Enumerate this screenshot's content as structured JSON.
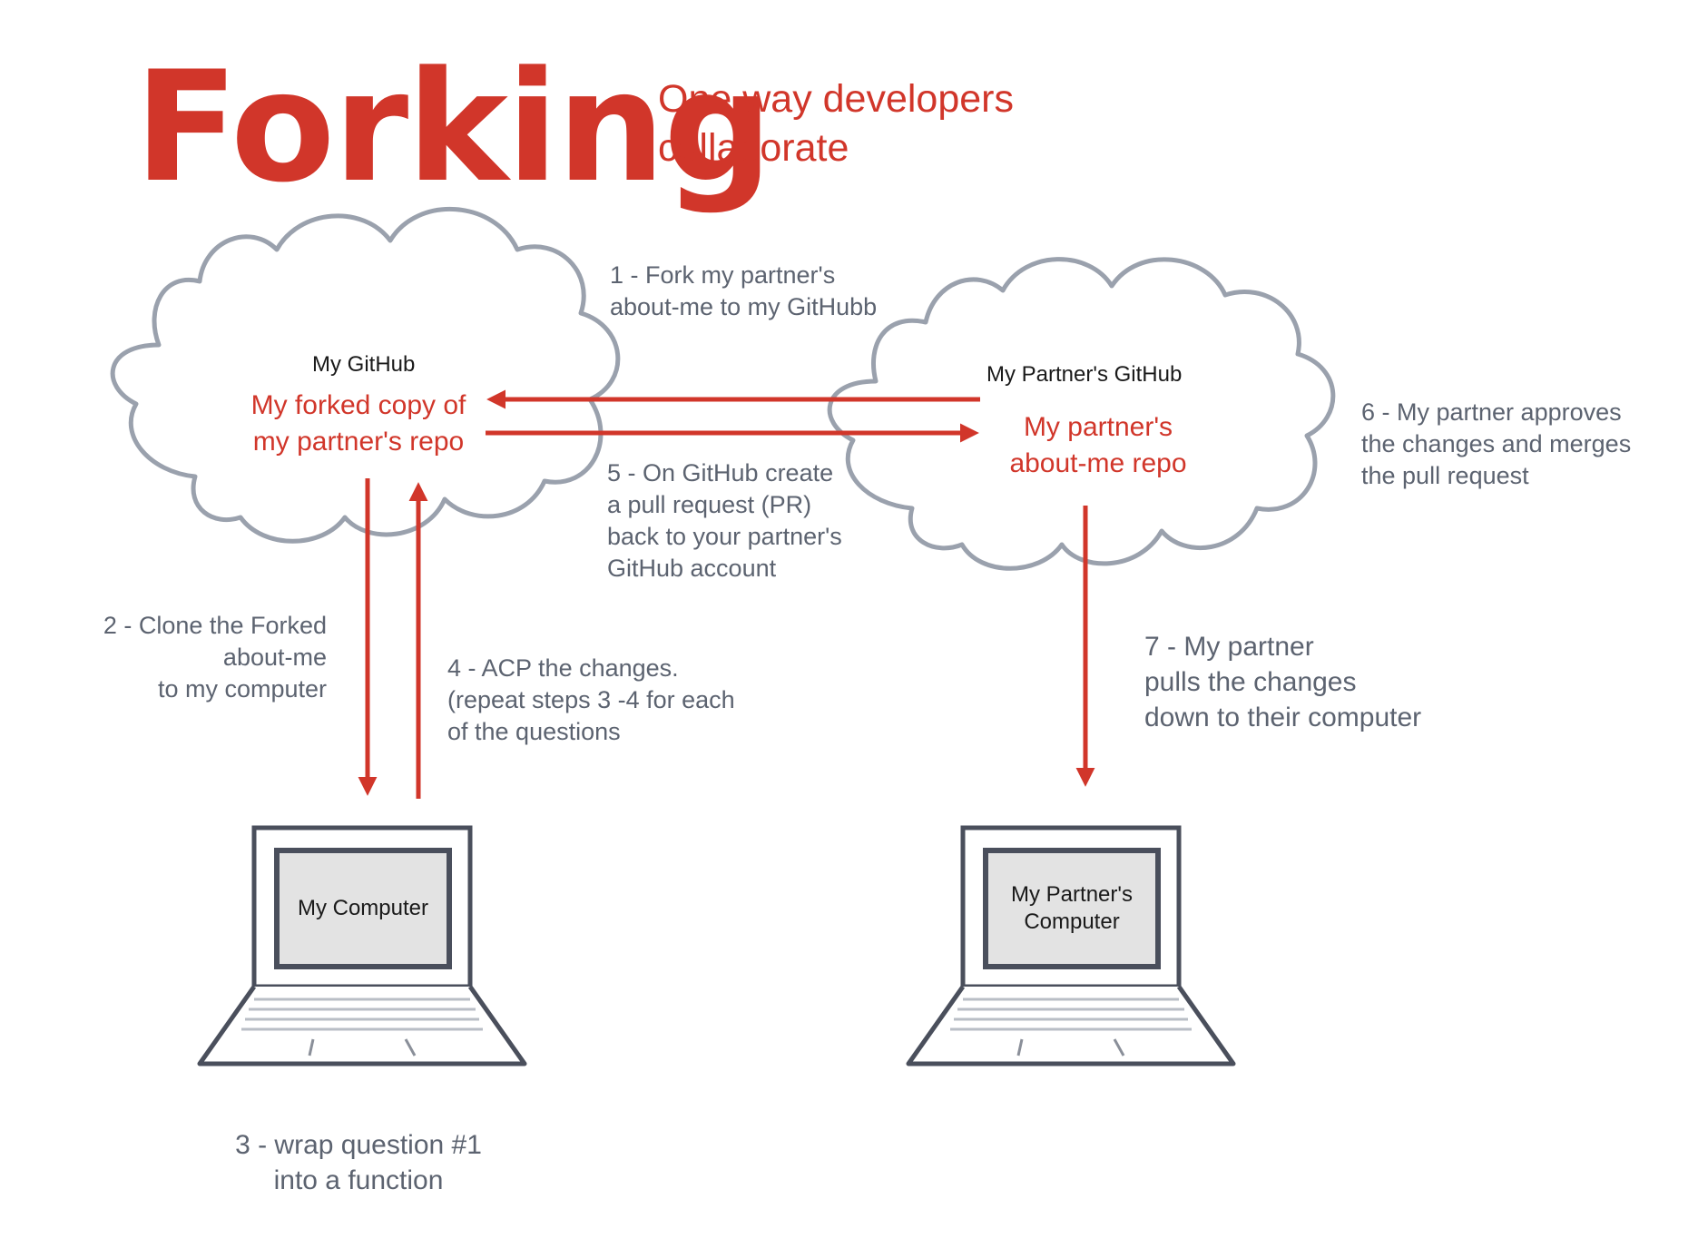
{
  "header": {
    "title": "Forking",
    "subtitle_line1": "One way developers",
    "subtitle_line2": "collaborate"
  },
  "nodes": {
    "my_github": {
      "title": "My GitHub",
      "repo_line1": "My forked copy of",
      "repo_line2": "my partner's repo"
    },
    "partner_github": {
      "title": "My Partner's GitHub",
      "repo_line1": "My partner's",
      "repo_line2": "about-me repo"
    },
    "my_computer": {
      "label": "My Computer"
    },
    "partner_computer": {
      "label_line1": "My Partner's",
      "label_line2": "Computer"
    }
  },
  "steps": {
    "step1": [
      "1 - Fork my partner's",
      "about-me to my GitHubb"
    ],
    "step2": [
      "2 - Clone the Forked",
      "about-me",
      "to my computer"
    ],
    "step3": [
      "3 - wrap question #1",
      "into a function"
    ],
    "step4": [
      "4 - ACP the changes.",
      "(repeat steps 3 -4 for each",
      "of the questions"
    ],
    "step5": [
      "5 - On GitHub create",
      "a pull request (PR)",
      "back to your partner's",
      "GitHub account"
    ],
    "step6": [
      "6 - My partner approves",
      "the changes and merges",
      "the pull request"
    ],
    "step7": [
      "7 - My partner",
      "pulls the changes",
      "down to their computer"
    ]
  },
  "colors": {
    "accent": "#d1362a",
    "step_text": "#5c6370",
    "outline": "#4a4f5c",
    "cloud_outline": "#9aa1ad",
    "screen_fill": "#e3e3e3"
  }
}
